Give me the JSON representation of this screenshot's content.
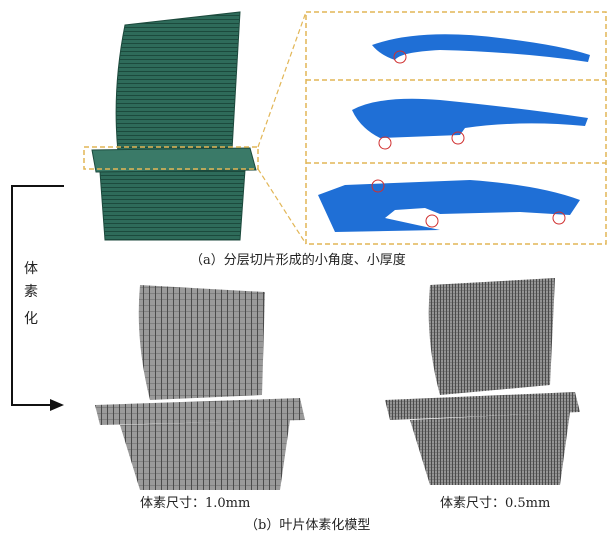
{
  "part_a": {
    "caption": "（a）分层切片形成的小角度、小厚度",
    "colors": {
      "blade": "#2e6b5a",
      "slice": "#1f6fd6",
      "dash": "#e2b656",
      "marker": "#d03030"
    }
  },
  "process_arrow": {
    "label_chars": [
      "体",
      "素",
      "化"
    ]
  },
  "part_b": {
    "caption": "（b）叶片体素化模型",
    "left_model_label": "体素尺寸：1.0mm",
    "right_model_label": "体素尺寸：0.5mm",
    "colors": {
      "voxel": "#7a7a7a"
    }
  }
}
